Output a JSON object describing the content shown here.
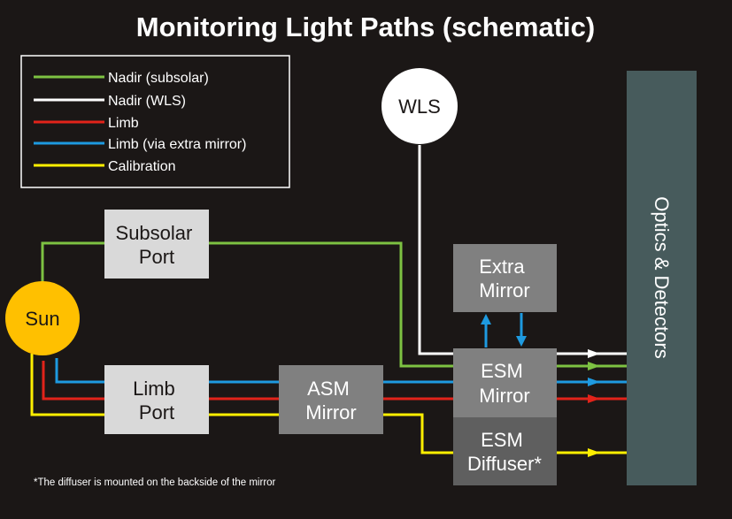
{
  "title": "Monitoring Light Paths (schematic)",
  "legend": [
    {
      "label": "Nadir (subsolar)",
      "color": "#7dc242"
    },
    {
      "label": "Nadir (WLS)",
      "color": "#ffffff"
    },
    {
      "label": "Limb",
      "color": "#e2231a"
    },
    {
      "label": "Limb (via extra mirror)",
      "color": "#1e9ae0"
    },
    {
      "label": "Calibration",
      "color": "#ffef00"
    }
  ],
  "nodes": {
    "sun": "Sun",
    "wls": "WLS",
    "subsolar_port": [
      "Subsolar",
      "Port"
    ],
    "limb_port": [
      "Limb",
      "Port"
    ],
    "asm_mirror": [
      "ASM",
      "Mirror"
    ],
    "extra_mirror": [
      "Extra",
      "Mirror"
    ],
    "esm_mirror": [
      "ESM",
      "Mirror"
    ],
    "esm_diffuser": [
      "ESM",
      "Diffuser*"
    ],
    "optics": "Optics & Detectors"
  },
  "footnote": "*The diffuser is mounted on the backside of the mirror",
  "colors": {
    "background": "#1b1716",
    "box_light": "#d9d9d9",
    "box_mid": "#808080",
    "box_dark": "#5f5f5f",
    "sun": "#ffc000",
    "optics_panel": "#475b5c"
  }
}
